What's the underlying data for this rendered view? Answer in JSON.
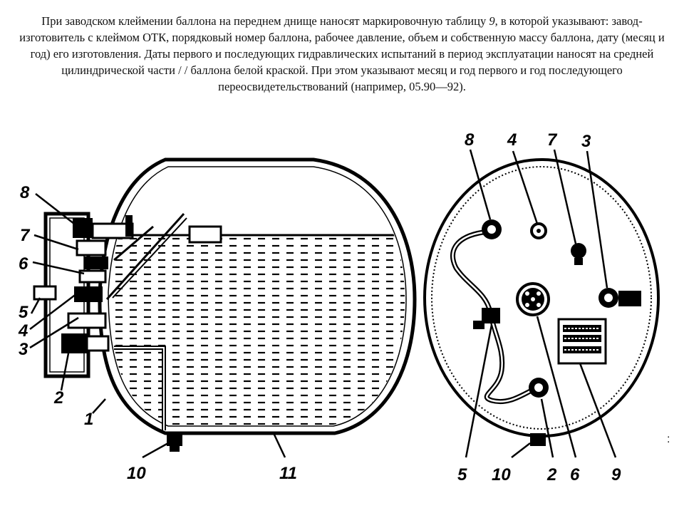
{
  "caption": {
    "part1": "При заводском клеймении баллона на переднем днище наносят маркировочную таблицу",
    "plate_number": "9",
    "part2": ", в которой указывают: завод-изготовитель с клеймом ОТК, порядковый номер баллона, рабочее давление, объем и собственную массу баллона, дату (месяц и год) его изготовления. Даты первого и последующих гидравлических испытаний в период эксплуатации наносят на средней цилиндрической части / / баллона белой краской. При этом указывают месяц и год первого и год последующего переосвидетельствований (например, 05.90—92)."
  },
  "side_view_labels": {
    "l8": "8",
    "l7": "7",
    "l6": "6",
    "l5": "5",
    "l4": "4",
    "l3": "3",
    "l2": "2",
    "l1": "1",
    "l10": "10",
    "l11": "11"
  },
  "front_view_labels": {
    "t8": "8",
    "t4": "4",
    "t7": "7",
    "t3": "3",
    "b5": "5",
    "b10": "10",
    "b2": "2",
    "b6": "6",
    "b9": "9"
  },
  "stray_mark": ":"
}
